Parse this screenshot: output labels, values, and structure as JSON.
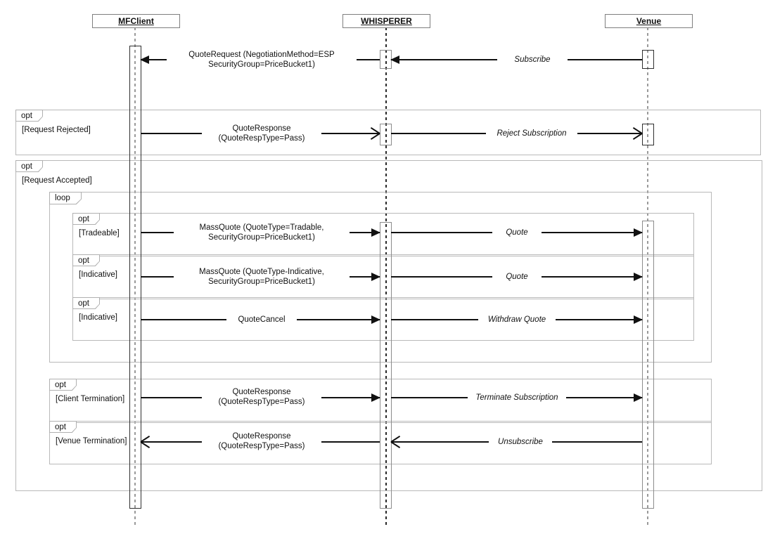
{
  "actors": [
    {
      "name": "MFClient"
    },
    {
      "name": "WHISPERER"
    },
    {
      "name": "Venue"
    }
  ],
  "fragments": {
    "request_rejected": {
      "operator": "opt",
      "condition": "[Request Rejected]"
    },
    "request_accepted": {
      "operator": "opt",
      "condition": "[Request Accepted]"
    },
    "quote_loop": {
      "operator": "loop",
      "condition": ""
    },
    "tradeable": {
      "operator": "opt",
      "condition": "[Tradeable]"
    },
    "indicative_quote": {
      "operator": "opt",
      "condition": "[Indicative]"
    },
    "indicative_cancel": {
      "operator": "opt",
      "condition": "[Indicative]"
    },
    "client_termination": {
      "operator": "opt",
      "condition": "[Client Termination]"
    },
    "venue_termination": {
      "operator": "opt",
      "condition": "[Venue Termination]"
    }
  },
  "messages": {
    "quote_request": {
      "line1": "QuoteRequest (NegotiationMethod=ESP",
      "line2": "SecurityGroup=PriceBucket1)"
    },
    "subscribe": {
      "line1": "Subscribe"
    },
    "quote_response_reject": {
      "line1": "QuoteResponse",
      "line2": "(QuoteRespType=Pass)"
    },
    "reject_subscription": {
      "line1": "Reject Subscription"
    },
    "mass_quote_tradable": {
      "line1": "MassQuote (QuoteType=Tradable,",
      "line2": "SecurityGroup=PriceBucket1)"
    },
    "quote_tradable": {
      "line1": "Quote"
    },
    "mass_quote_indicative": {
      "line1": "MassQuote (QuoteType-Indicative,",
      "line2": "SecurityGroup=PriceBucket1)"
    },
    "quote_indicative": {
      "line1": "Quote"
    },
    "quote_cancel": {
      "line1": "QuoteCancel"
    },
    "withdraw_quote": {
      "line1": "Withdraw Quote"
    },
    "quote_response_client_term": {
      "line1": "QuoteResponse",
      "line2": "(QuoteRespType=Pass)"
    },
    "terminate_subscription": {
      "line1": "Terminate Subscription"
    },
    "quote_response_venue_term": {
      "line1": "QuoteResponse",
      "line2": "(QuoteRespType=Pass)"
    },
    "unsubscribe": {
      "line1": "Unsubscribe"
    }
  },
  "colors": {
    "fragment_border": "#b9b9b9",
    "message_line": "#111111",
    "lifeline_gray": "#9a9a9a",
    "lifeline_dark": "#2a2a2a",
    "activation_border_dark": "#2f2f2f",
    "activation_border_gray": "#8c8c8c",
    "header_border": "#7f7f7f"
  }
}
